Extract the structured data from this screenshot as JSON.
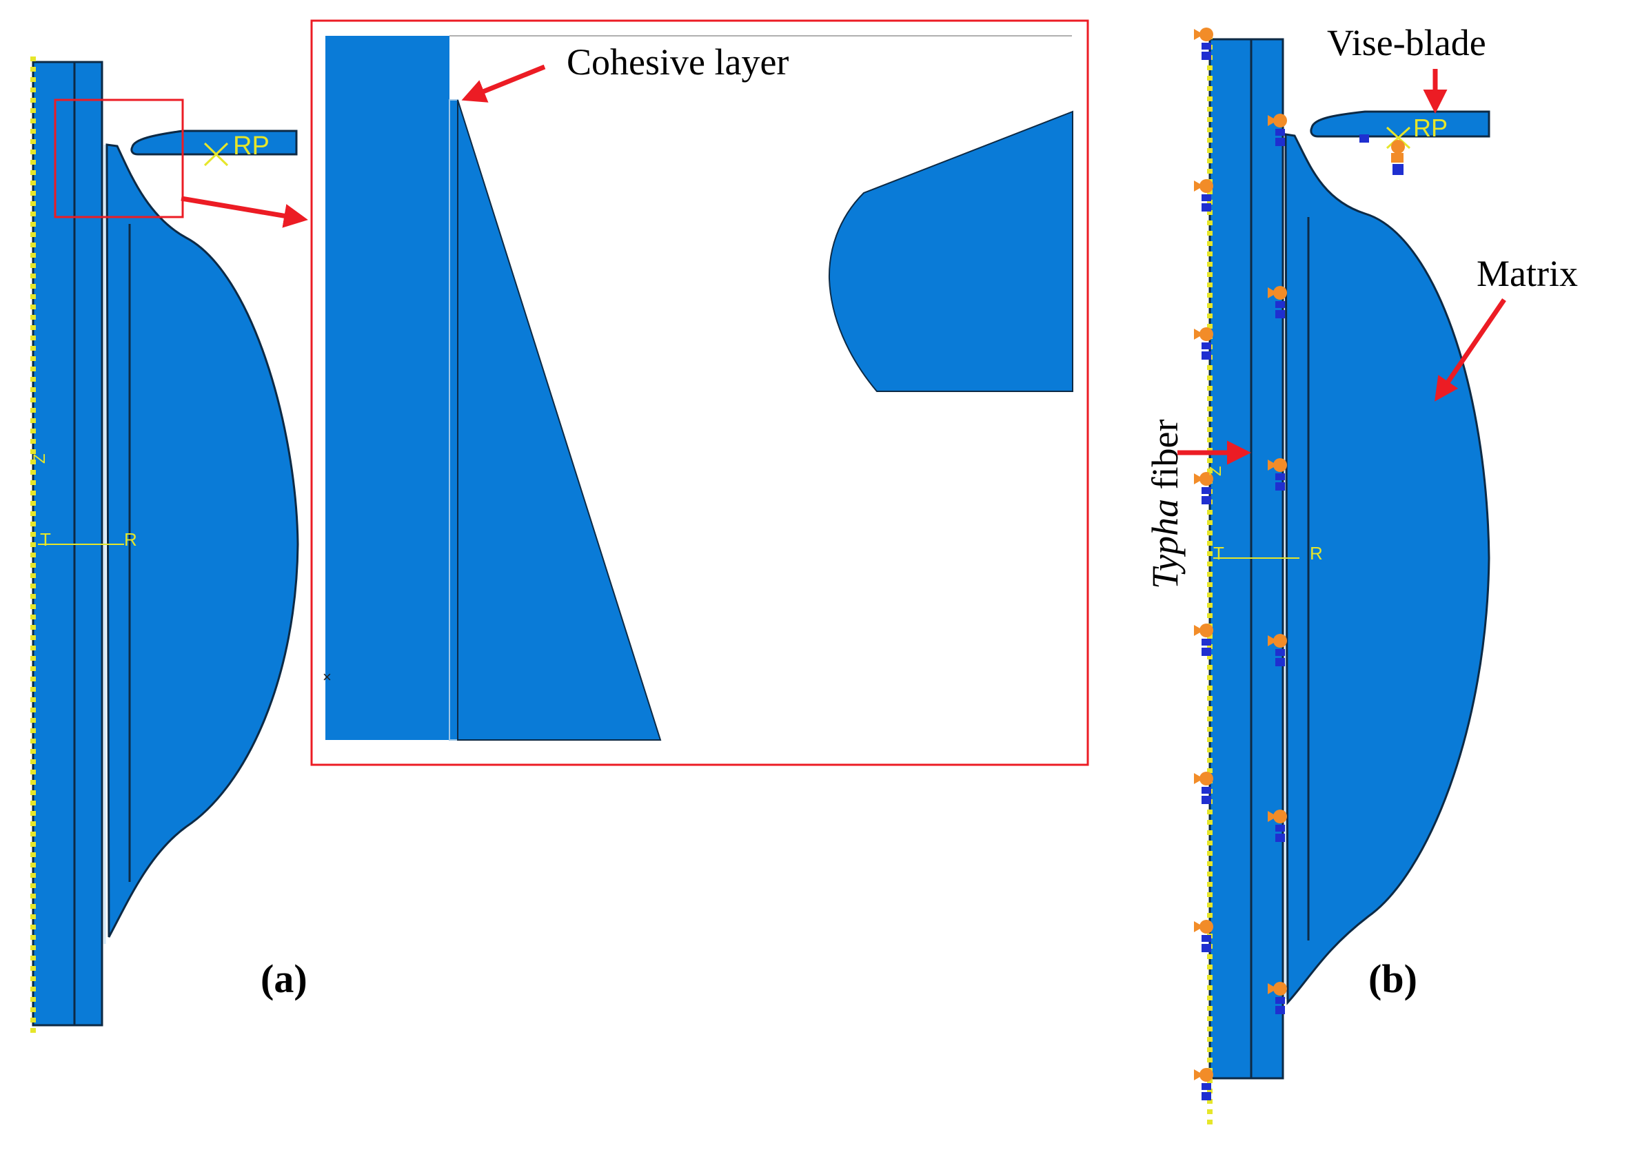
{
  "colors": {
    "part_fill": "#0A7BD7",
    "part_edge": "#0D2A45",
    "callout_red": "#EC1C24",
    "csys_yellow": "#E6E62A",
    "bc_orange": "#F28C28",
    "bc_blue": "#1F2FD0",
    "rp_yellow": "#E6E62A"
  },
  "panel_a": {
    "label": "(a)",
    "csys": {
      "t": "T",
      "r": "R",
      "z": "Z"
    },
    "rp_text": "RP",
    "zoom": {
      "annotation": "Cohesive layer"
    }
  },
  "panel_b": {
    "label": "(b)",
    "csys": {
      "t": "T",
      "r": "R",
      "z": "Z"
    },
    "rp_text": "RP",
    "annotations": {
      "vise_blade": "Vise-blade",
      "matrix": "Matrix",
      "fiber_italic": "Typha",
      "fiber_rest": " fiber"
    }
  }
}
